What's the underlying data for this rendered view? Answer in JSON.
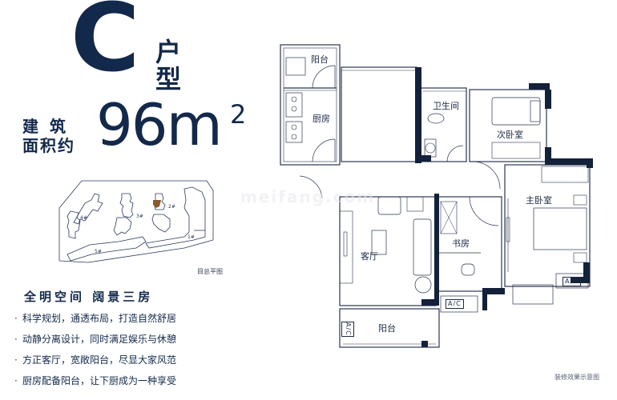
{
  "header": {
    "type_letter": "C",
    "type_suffix": "户型",
    "area_label_line1": "建筑",
    "area_label_line2": "面积约",
    "area_value": "96m",
    "area_unit_sup": "2"
  },
  "site_plan": {
    "caption": "目总平图",
    "buildings": [
      "1#",
      "2#",
      "3#",
      "4#",
      "5#"
    ],
    "highlight_building": "2#",
    "highlight_color": "#8a5a2b"
  },
  "headline": "全明空间  阔景三房",
  "features": [
    "科学规划，通透布局，打造自然舒居",
    "动静分离设计，同时满足娱乐与休憩",
    "方正客厅，宽敞阳台，尽显大家风范",
    "厨房配备阳台，让下厨成为一种享受"
  ],
  "floor_plan": {
    "rooms": {
      "balcony_top": "阳台",
      "kitchen": "厨房",
      "bathroom": "卫生间",
      "second_bedroom": "次卧室",
      "master_bedroom": "主卧室",
      "living_room": "客厅",
      "study": "书房",
      "balcony_bottom": "阳台"
    },
    "ac_label": "A/C",
    "wall_color": "#13213a"
  },
  "watermark": "meifang.com",
  "caption_bottom_right": "装修效果示意图",
  "colors": {
    "primary": "#13294b",
    "background": "#ffffff"
  }
}
